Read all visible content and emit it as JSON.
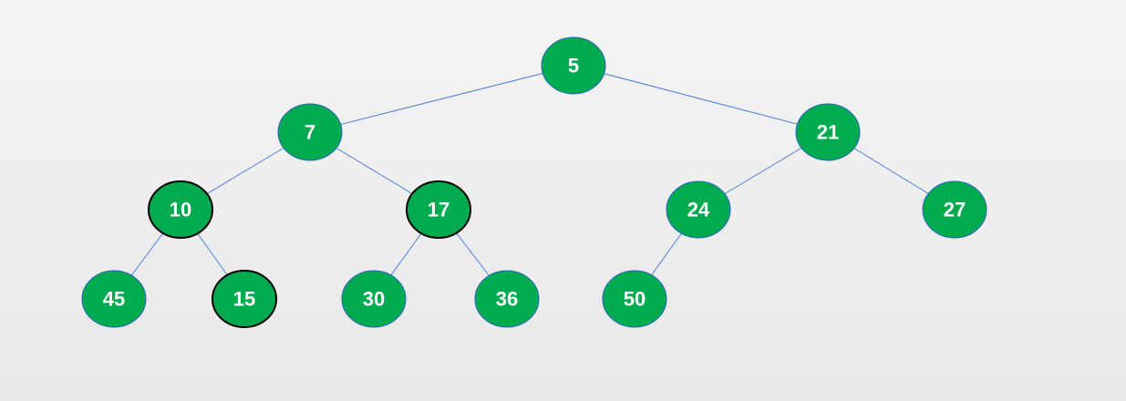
{
  "tree": {
    "colors": {
      "node_fill": "#00ab4f",
      "node_border": "#2f62c9",
      "highlight_border": "#000000",
      "edge": "#4a7fe0",
      "label": "#ffffff"
    },
    "nodes": [
      {
        "id": "n5",
        "label": "5",
        "highlighted": false
      },
      {
        "id": "n7",
        "label": "7",
        "highlighted": false
      },
      {
        "id": "n21",
        "label": "21",
        "highlighted": false
      },
      {
        "id": "n10",
        "label": "10",
        "highlighted": true
      },
      {
        "id": "n17",
        "label": "17",
        "highlighted": true
      },
      {
        "id": "n24",
        "label": "24",
        "highlighted": false
      },
      {
        "id": "n27",
        "label": "27",
        "highlighted": false
      },
      {
        "id": "n45",
        "label": "45",
        "highlighted": false
      },
      {
        "id": "n15",
        "label": "15",
        "highlighted": true
      },
      {
        "id": "n30",
        "label": "30",
        "highlighted": false
      },
      {
        "id": "n36",
        "label": "36",
        "highlighted": false
      },
      {
        "id": "n50",
        "label": "50",
        "highlighted": false
      }
    ],
    "edges": [
      [
        "n5",
        "n7"
      ],
      [
        "n5",
        "n21"
      ],
      [
        "n7",
        "n10"
      ],
      [
        "n7",
        "n17"
      ],
      [
        "n21",
        "n24"
      ],
      [
        "n21",
        "n27"
      ],
      [
        "n10",
        "n45"
      ],
      [
        "n10",
        "n15"
      ],
      [
        "n17",
        "n30"
      ],
      [
        "n17",
        "n36"
      ],
      [
        "n24",
        "n50"
      ]
    ]
  }
}
